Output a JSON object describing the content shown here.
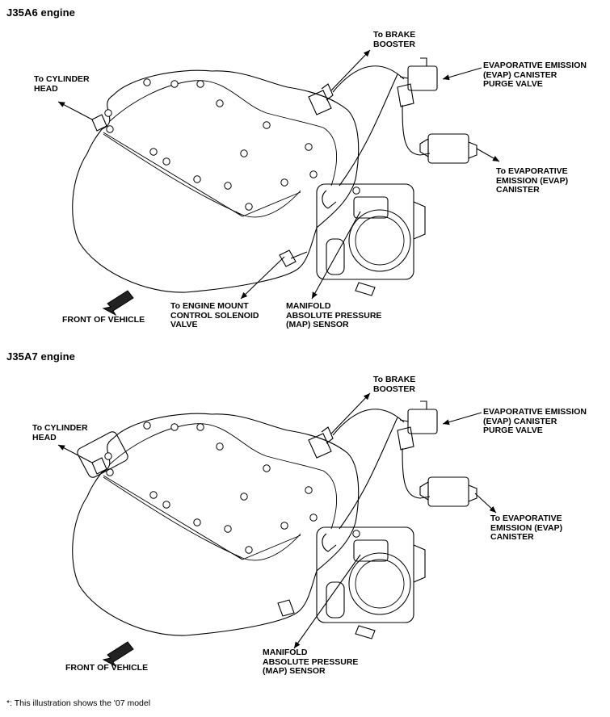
{
  "sections": [
    {
      "title": "J35A6 engine",
      "labels": {
        "cylinder_head": "To CYLINDER\nHEAD",
        "brake_booster": "To BRAKE\nBOOSTER",
        "purge_valve": "EVAPORATIVE EMISSION\n(EVAP) CANISTER\nPURGE VALVE",
        "evap_canister": "To EVAPORATIVE\nEMISSION (EVAP)\nCANISTER",
        "mount_solenoid": "To ENGINE MOUNT\nCONTROL SOLENOID\nVALVE",
        "map_sensor": "MANIFOLD\nABSOLUTE PRESSURE\n(MAP) SENSOR",
        "front": "FRONT OF VEHICLE"
      }
    },
    {
      "title": "J35A7 engine",
      "labels": {
        "cylinder_head": "To CYLINDER\nHEAD",
        "brake_booster": "To BRAKE\nBOOSTER",
        "purge_valve": "EVAPORATIVE EMISSION\n(EVAP) CANISTER\nPURGE VALVE",
        "evap_canister": "To EVAPORATIVE\nEMISSION (EVAP)\nCANISTER",
        "map_sensor": "MANIFOLD\nABSOLUTE PRESSURE\n(MAP) SENSOR",
        "front": "FRONT OF VEHICLE"
      }
    }
  ],
  "footnote": "*: This illustration shows the '07 model"
}
